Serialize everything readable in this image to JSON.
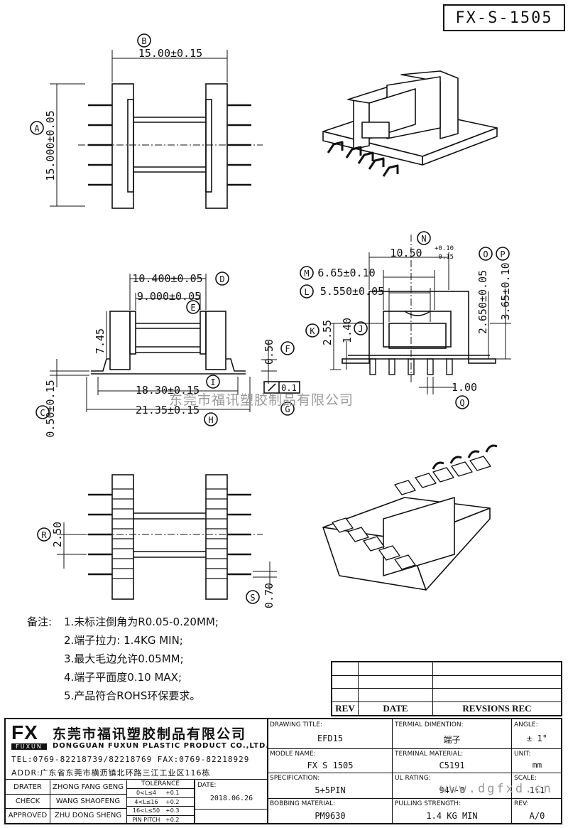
{
  "part_number": "FX-S-1505",
  "view_top": {
    "label_A": "A",
    "dim_A": "15.000±0.05",
    "label_B": "B",
    "dim_B": "15.00±0.15"
  },
  "view_side": {
    "dim_C": "0.50±0.15",
    "label_C": "C",
    "dim_D": "10.400±0.05",
    "label_D": "D",
    "dim_E": "9.000±0.05",
    "label_E": "E",
    "dim_F": "0.50",
    "label_F": "F",
    "dim_G_box": "0.1",
    "label_G": "G",
    "dim_H": "21.35±0.15",
    "label_H": "H",
    "dim_I": "18.30±0.15",
    "label_I": "I",
    "dim_height": "7.45"
  },
  "view_front": {
    "dim_J": "1.40",
    "label_J": "J",
    "dim_K": "2.55",
    "label_K": "K",
    "dim_L": "5.550±0.05",
    "label_L": "L",
    "dim_M": "6.65±0.10",
    "label_M": "M",
    "dim_N": "10.50",
    "dim_N_tol_top": "+0.10",
    "dim_N_tol_bot": "-0.15",
    "label_N": "N",
    "dim_O": "2.650±0.05",
    "label_O": "O",
    "dim_P": "3.65±0.10",
    "label_P": "P",
    "dim_Q": "1.00",
    "label_Q": "Q"
  },
  "view_bottom": {
    "dim_R": "2.50",
    "label_R": "R",
    "dim_S": "0.70",
    "label_S": "S"
  },
  "notes": {
    "title": "备注:",
    "items": [
      "1.未标注倒角为R0.05-0.20MM;",
      "2.端子拉力: 1.4KG MIN;",
      "3.最大毛边允许0.05MM;",
      "4.端子平面度0.10 MAX;",
      "5.产品符合ROHS环保要求。"
    ]
  },
  "watermark": "东莞市福讯塑胶制品有限公司",
  "watermark_url": "www.dgfxd.cn",
  "revision_table": {
    "rev": "REV",
    "date": "DATE",
    "revisions": "REVSIONS REC"
  },
  "title_block": {
    "logo_text": "FX",
    "logo_sub": "FUXUN",
    "company_cn": "东莞市福讯塑胶制品有限公司",
    "company_en": "DONGGUAN FUXUN PLASTIC PRODUCT CO.,LTD.",
    "tel": "TEL:0769-82218739/82218769 FAX:0769-82218929",
    "addr": "ADDR:广东省东莞市横沥镇北环路三江工业区116栋",
    "drater_lbl": "DRATER",
    "drater": "ZHONG FANG GENG",
    "check_lbl": "CHECK",
    "check": "WANG SHAOFENG",
    "approved_lbl": "APPROVED",
    "approved": "ZHU DONG SHENG",
    "tolerance_lbl": "TOLERANCE",
    "tol_rows": [
      [
        "0<L≤4",
        "+0.1"
      ],
      [
        "4<L≤16",
        "+0.2"
      ],
      [
        "16<L≤50",
        "+0.3"
      ],
      [
        "PIN PITCH",
        "+0.2"
      ]
    ],
    "date_lbl": "DATE:",
    "date": "2018.06.26",
    "drawing_title_lbl": "DRAWING TITLE:",
    "drawing_title": "EFD15",
    "terminal_dim_lbl": "TERMIAL DIMENTION:",
    "terminal_dim": "端子",
    "angle_lbl": "ANGLE:",
    "angle": "± 1°",
    "model_lbl": "MODLE NAME:",
    "model": "FX S 1505",
    "terminal_mat_lbl": "TERMINAL MATERIAL:",
    "terminal_mat": "C5191",
    "unit_lbl": "UNIT:",
    "unit": "mm",
    "spec_lbl": "SPECIFICATION:",
    "spec": "5+5PIN",
    "ul_lbl": "UL RATING:",
    "ul": "94V-0",
    "scale_lbl": "SCALE:",
    "scale": "1:1",
    "bobbin_lbl": "BOBBING MATERIAL:",
    "bobbin": "PM9630",
    "pull_lbl": "PULLING STRENGTH:",
    "pull": "1.4 KG MIN",
    "rev_lbl": "REV:",
    "rev": "A/0"
  }
}
